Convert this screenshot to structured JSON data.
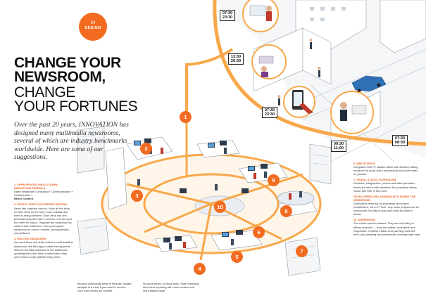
{
  "badge": {
    "number": "34",
    "label": "DESIGN"
  },
  "headline": {
    "line1": "CHANGE YOUR",
    "line2": "NEWSROOM,",
    "line3": "CHANGE",
    "line4": "YOUR FORTUNES"
  },
  "intro": "Over the past 20 years, INNOVATION has designed many multimedia newsrooms, several of which are industry benchmarks worldwide. Here are some of our suggestions.",
  "left_column": {
    "s1_title": "1. OPEN SPACES, WALLS-DOWN INNOVATION FORMULA",
    "s1_text": "Open Newsroom Consulting + Communication + Collaboration =",
    "s1_bold": "Better Content",
    "s2_title": "2. DIGITAL-FIRST CONVERGED-EDITING",
    "s2_text": "News first, platform second. Work all the story on web news on the front, more suitable and even in-story platforms. Each desk has one personal computer with 2 screens, one for input the other for output. Organize the newsroom by content and audiences. Your open-space newsroom for core in content, and audiences, not platforms.",
    "s3_title": "3. ROLLING DEADLINES",
    "s3_text": "Our work flows and shifts reflect a multi-deadline newsroom. We file copy to meet the key prime times in the daily schedule of our audiences, updating them with fresh content when they need it and on the platform they prefer."
  },
  "mid_columns": {
    "text1": "become commodity news in minutes. Instant analysis is a must if you want to survive. Give more about our content",
    "text2": "No more beats, no more silos. Team reporting and event reporting with more content and more added value"
  },
  "right_column": {
    "s6_title": "6. MINI STUDIOS",
    "s6_text": "Integrated mini TV studios within with desktop editing functions for quick video turnarounds and more video on phones.",
    "s7_title": "7. VISUAL & DATA JOURNALISM",
    "s7_text": "Graphics, infographics, photos and data journalism desks are next to the reporters, for journalism where 'show, don't tell' is the norm.",
    "s8_title": "DEVELOPERS AND JOURNALISTS SHARE THE NEWSROOM",
    "s8_text": "Developers must act as journalists and expert newsfinders, not to IT 'tech'. Any news projects can be outsourced, but day-to-day work must be done in-house.",
    "s10_title": "10. SUPERDESK",
    "s10_text": "The chief's seat the fastest. They are not hiding in offices anymore — they are visible, accessible and responsive. Creative editors and planning tools live here, and planning and multimedia coverage start here."
  },
  "times": [
    "07:30\n23:30",
    "13:30\n20:30",
    "07:30\n23:30",
    "09:30\n11:00",
    "07:30\n08:30"
  ],
  "numbers": [
    "1",
    "2",
    "3",
    "4",
    "5",
    "6",
    "7",
    "8",
    "9",
    "10"
  ],
  "colors": {
    "accent": "#f26b21",
    "ring": "#f8a84a",
    "floor": "#fde6c8"
  }
}
